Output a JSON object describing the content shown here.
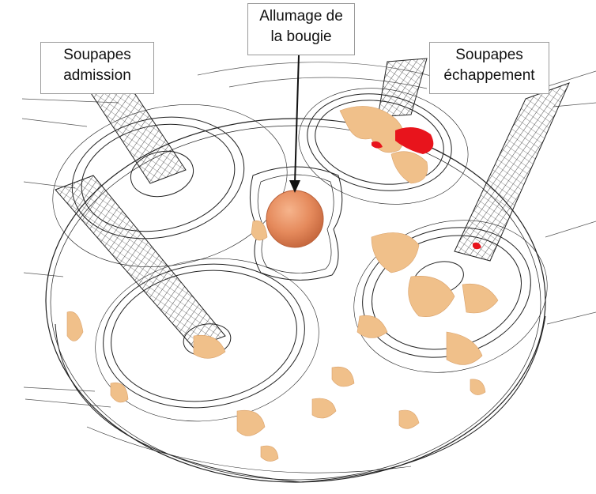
{
  "labels": {
    "spark": {
      "line1": "Allumage de",
      "line2": "la bougie"
    },
    "intake": {
      "line1": "Soupapes",
      "line2": "admission"
    },
    "exhaust": {
      "line1": "Soupapes",
      "line2": "échappement"
    }
  },
  "colors": {
    "wireframe": "#222222",
    "flame_kernel": "#e08a5a",
    "flame_surface": "#f0c08a",
    "hot_spot": "#e8141c",
    "label_border": "#9a9a9a"
  }
}
